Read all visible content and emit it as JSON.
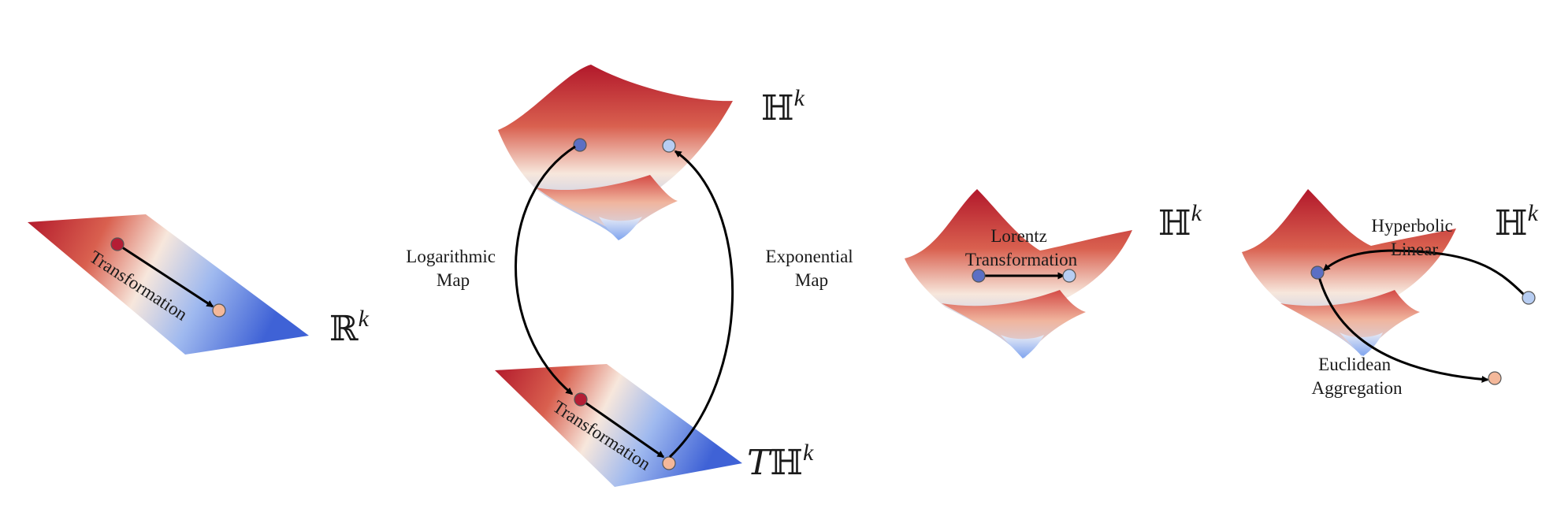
{
  "labels": {
    "transformation": "Transformation",
    "log_line1": "Logarithmic",
    "log_line2": "Map",
    "exp_line1": "Exponential",
    "exp_line2": "Map",
    "lorentz_line1": "Lorentz",
    "lorentz_line2": "Transformation",
    "hyp_line1": "Hyperbolic",
    "hyp_line2": "Linear",
    "euc_line1": "Euclidean",
    "euc_line2": "Aggregation"
  },
  "spaces": {
    "euclidean": "ℝ",
    "hyperbolic": "ℍ",
    "tangent_prefix": "T",
    "exponent": "k"
  },
  "colors": {
    "surface_red": "#b2182b",
    "surface_blue": "#4a6fd9",
    "surface_light": "#f7e7dc",
    "point_dark_blue": "#5b6fc4",
    "point_light_blue": "#b7cdf2",
    "point_red": "#b51d35",
    "point_peach": "#f4b89a"
  }
}
